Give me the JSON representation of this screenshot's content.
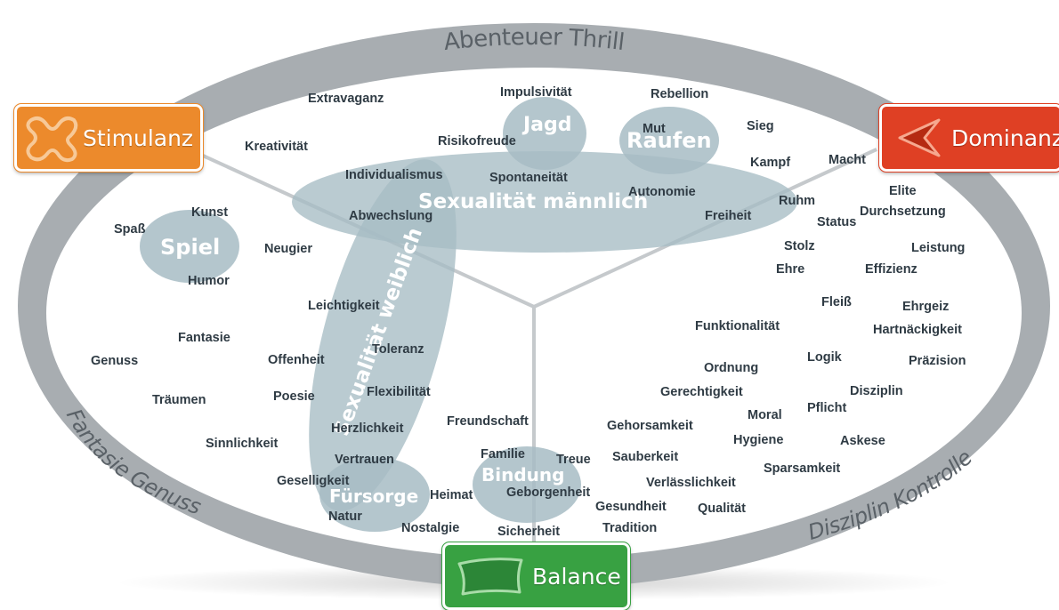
{
  "ring": {
    "top": "Abenteuer Thrill",
    "left": "Fantasie Genuss",
    "right": "Disziplin Kontrolle"
  },
  "boxes": {
    "stimulanz": {
      "label": "Stimulanz",
      "color": "#ec8a2c",
      "icon": "puzzle-x-icon"
    },
    "dominanz": {
      "label": "Dominanz",
      "color": "#df4024",
      "icon": "triangle-arrow-icon"
    },
    "balance": {
      "label": "Balance",
      "color": "#38a142",
      "icon": "cushion-icon"
    }
  },
  "clusters": {
    "jagd": "Jagd",
    "raufen": "Raufen",
    "sex_m": "Sexualität männlich",
    "sex_w": "Sexualität weiblich",
    "spiel": "Spiel",
    "fuersorge": "Fürsorge",
    "bindung": "Bindung"
  },
  "words": {
    "extravaganz": "Extravaganz",
    "impulsivitaet": "Impulsivität",
    "rebellion": "Rebellion",
    "mut": "Mut",
    "sieg": "Sieg",
    "kreativitaet": "Kreativität",
    "risikofreude": "Risikofreude",
    "kampf": "Kampf",
    "macht": "Macht",
    "individualismus": "Individualismus",
    "spontaneitaet": "Spontaneität",
    "autonomie": "Autonomie",
    "ruhm": "Ruhm",
    "elite": "Elite",
    "abwechslung": "Abwechslung",
    "freiheit": "Freiheit",
    "status": "Status",
    "durchsetzung": "Durchsetzung",
    "kunst": "Kunst",
    "spass": "Spaß",
    "neugier": "Neugier",
    "stolz": "Stolz",
    "leistung": "Leistung",
    "ehre": "Ehre",
    "effizienz": "Effizienz",
    "humor": "Humor",
    "leichtigkeit": "Leichtigkeit",
    "fleiss": "Fleiß",
    "ehrgeiz": "Ehrgeiz",
    "funktionalitaet": "Funktionalität",
    "hartnaeckigkeit": "Hartnäckigkeit",
    "fantasie": "Fantasie",
    "toleranz": "Toleranz",
    "logik": "Logik",
    "genuss": "Genuss",
    "offenheit": "Offenheit",
    "ordnung": "Ordnung",
    "praezision": "Präzision",
    "disziplin": "Disziplin",
    "gerechtigkeit": "Gerechtigkeit",
    "traeumen": "Träumen",
    "poesie": "Poesie",
    "flexibilitaet": "Flexibilität",
    "pflicht": "Pflicht",
    "moral": "Moral",
    "herzlichkeit": "Herzlichkeit",
    "freundschaft": "Freundschaft",
    "gehorsamkeit": "Gehorsamkeit",
    "sinnlichkeit": "Sinnlichkeit",
    "hygiene": "Hygiene",
    "askese": "Askese",
    "vertrauen": "Vertrauen",
    "familie": "Familie",
    "treue": "Treue",
    "sauberkeit": "Sauberkeit",
    "sparsamkeit": "Sparsamkeit",
    "geselligkeit": "Geselligkeit",
    "verlaesslichkeit": "Verlässlichkeit",
    "heimat": "Heimat",
    "geborgenheit": "Geborgenheit",
    "natur": "Natur",
    "gesundheit": "Gesundheit",
    "qualitaet": "Qualität",
    "nostalgie": "Nostalgie",
    "tradition": "Tradition",
    "sicherheit": "Sicherheit"
  }
}
